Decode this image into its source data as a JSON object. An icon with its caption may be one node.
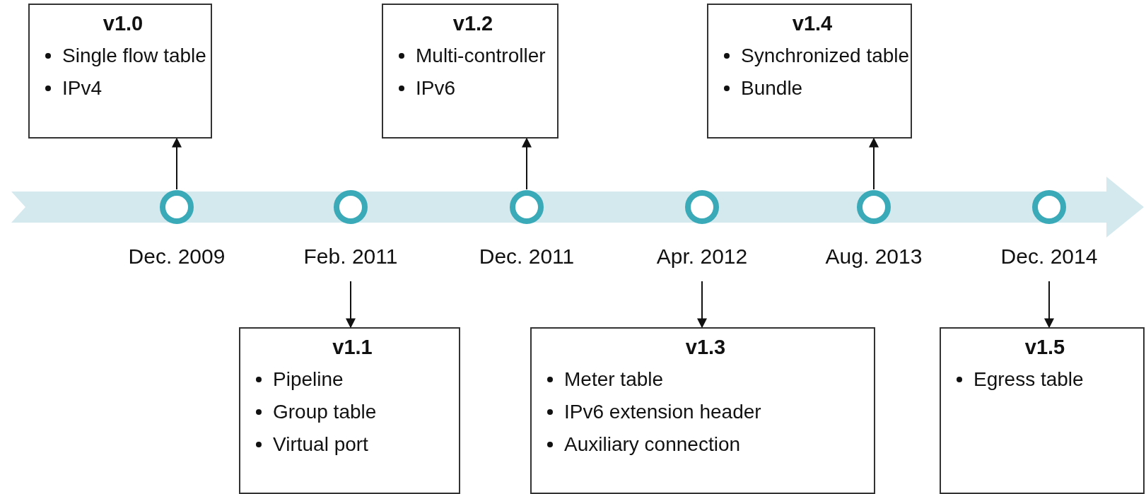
{
  "diagram": {
    "nodes": [
      {
        "text": [
          "v1.0",
          "Single flow table",
          "IPv4"
        ]
      },
      {
        "text": [
          "v1.2",
          "Multi-controller",
          "IPv6"
        ]
      },
      {
        "text": [
          "v1.4",
          "Synchronized table",
          "Bundle"
        ]
      },
      {
        "text": [],
        "shape": "circle",
        "beside": [
          "Dec. 2009"
        ]
      },
      {
        "text": [],
        "shape": "circle",
        "beside": [
          "Feb. 2011"
        ]
      },
      {
        "text": [],
        "shape": "circle",
        "beside": [
          "Dec. 2011"
        ]
      },
      {
        "text": [],
        "shape": "circle",
        "beside": [
          "Apr. 2012"
        ]
      },
      {
        "text": [],
        "shape": "circle",
        "beside": [
          "Aug. 2013"
        ]
      },
      {
        "text": [],
        "shape": "circle",
        "beside": [
          "Dec. 2014"
        ]
      },
      {
        "text": [
          "v1.1",
          "Pipeline",
          "Group table",
          "Virtual port"
        ]
      },
      {
        "text": [
          "v1.3",
          "Meter table",
          "IPv6 extension header",
          "Auxiliary connection"
        ]
      },
      {
        "text": [
          "v1.5",
          "Egress table"
        ]
      }
    ],
    "edges": [
      {
        "from": 3,
        "to": 0,
        "arrow": "to"
      },
      {
        "from": 4,
        "to": 9,
        "arrow": "to"
      },
      {
        "from": 5,
        "to": 1,
        "arrow": "to"
      },
      {
        "from": 6,
        "to": 10,
        "arrow": "to"
      },
      {
        "from": 7,
        "to": 2,
        "arrow": "to"
      },
      {
        "from": 8,
        "to": 11,
        "arrow": "to"
      }
    ]
  }
}
